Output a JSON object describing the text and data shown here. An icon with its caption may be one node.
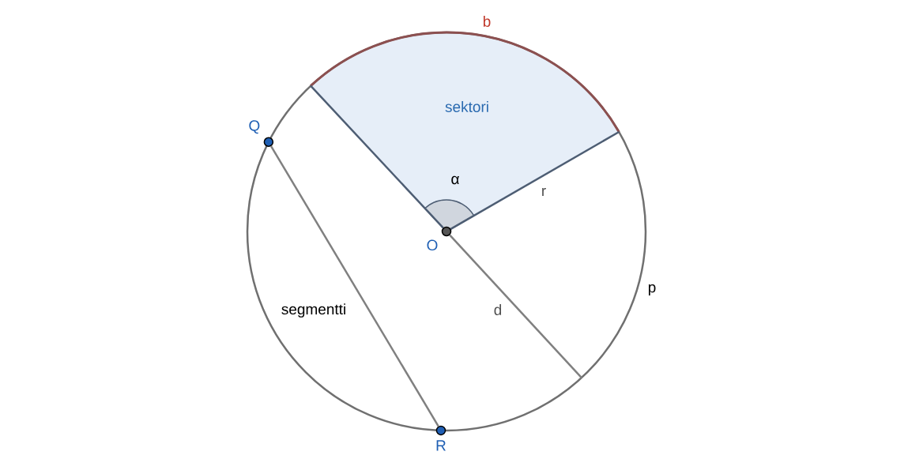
{
  "diagram": {
    "nodes": [
      {
        "text": [
          "Q"
        ]
      },
      {
        "text": [
          "R"
        ]
      },
      {
        "text": [
          "O"
        ]
      }
    ],
    "edges": [
      {
        "from": 0,
        "to": 1,
        "arrow": "none"
      },
      {
        "from": 2,
        "to": null,
        "arrow": "none",
        "label": "r",
        "color": "#4d5d73"
      },
      {
        "from": 2,
        "to": null,
        "arrow": "none",
        "color": "#4d5d73"
      },
      {
        "from": 2,
        "to": null,
        "arrow": "none",
        "label": "d"
      }
    ],
    "labels": [
      "b",
      "sektori",
      "α",
      "p",
      "segmentti"
    ]
  }
}
